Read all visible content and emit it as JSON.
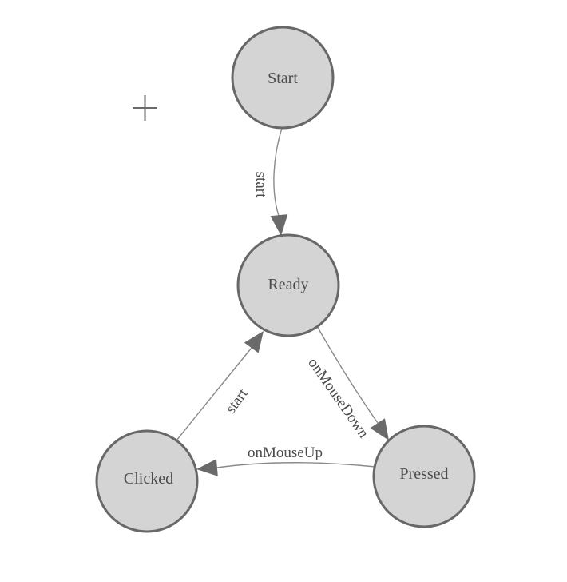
{
  "canvas": {
    "background": "#ffffff",
    "cursor_indicator": "crosshair"
  },
  "colors": {
    "node_fill": "#d4d4d4",
    "node_stroke": "#686868",
    "edge_stroke": "#8a8a8a",
    "arrowhead_fill": "#6a6a6a",
    "label_text": "#4c4c4e",
    "crosshair": "#6a6a6a"
  },
  "diagram": {
    "type": "state-machine",
    "nodes": [
      {
        "id": "start",
        "label": "Start"
      },
      {
        "id": "ready",
        "label": "Ready"
      },
      {
        "id": "clicked",
        "label": "Clicked"
      },
      {
        "id": "pressed",
        "label": "Pressed"
      }
    ],
    "edges": [
      {
        "from": "Start",
        "to": "Ready",
        "label": "start"
      },
      {
        "from": "Ready",
        "to": "Pressed",
        "label": "onMouseDown"
      },
      {
        "from": "Pressed",
        "to": "Clicked",
        "label": "onMouseUp"
      },
      {
        "from": "Clicked",
        "to": "Ready",
        "label": "start"
      }
    ]
  }
}
